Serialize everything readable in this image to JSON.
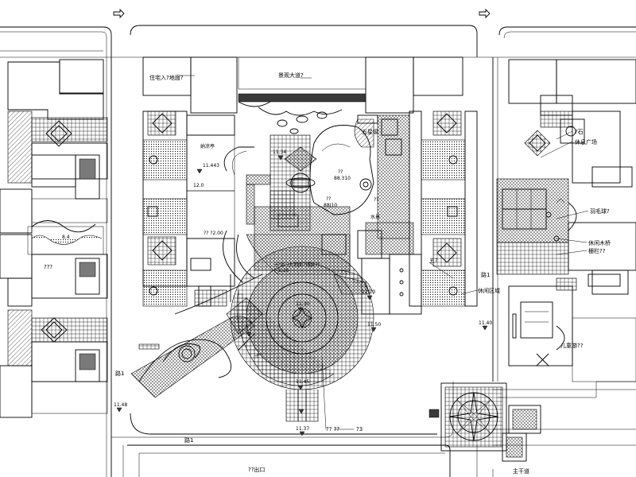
{
  "labels": {
    "top_left_note": "住宅入?地面?",
    "top_center_note": "景观大道?",
    "top_right_a": "五星级",
    "elev_1134": "11.34",
    "elev_1143": "11.443",
    "elev_120": "12.0",
    "center_a": "??",
    "center_b": "88.310",
    "right_small_a": "??",
    "right_small_b": "88J10",
    "note_left_panel": "纳凉亭",
    "note_mid": "?? ?2.00",
    "note_plaza": "十字门入地面?铺装??",
    "note_plaza_2": "1:25",
    "elev_1130": "11.30",
    "elev_1120": "11.20",
    "elev_1140": "11.40",
    "elev_1150": "11.50",
    "elev_1145": "11.45",
    "elev_1137": "11.37",
    "elev_1148": "11.48",
    "right_top_a": "?石",
    "right_top_b": "休息广场",
    "right_mid_a": "羽毛球?",
    "right_mid_b": "休闲木桥",
    "right_mid_c": "栅栏??",
    "right_low_a": "休闲区域",
    "right_low_b": "儿童游??",
    "left_q1": "???",
    "road_1a": "路1",
    "road_1b": "路1",
    "road_1c": "路1",
    "bottom_label": "??出口",
    "bottom_right": "主干道",
    "bottom_small": "?3",
    "bottom_q": "?? ??",
    "mid_tag": "?",
    "left_tag": "8.4",
    "rect_label": "??",
    "rect_label2": "水景",
    "five_q": "五?"
  },
  "colors": {
    "ink": "#000000",
    "paper": "#ffffff",
    "gray": "#7a7a7a"
  }
}
